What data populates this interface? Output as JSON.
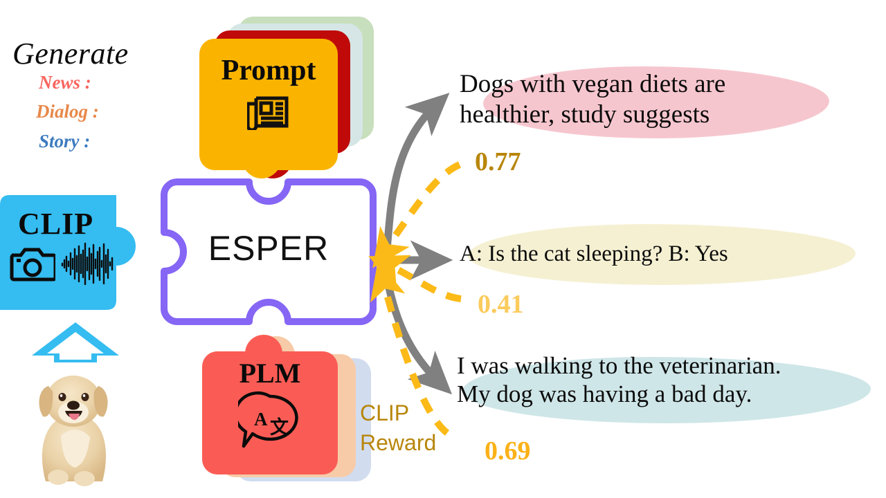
{
  "generate": {
    "title": "Generate",
    "tasks": [
      {
        "label": "News :",
        "color": "#F8655E"
      },
      {
        "label": "Dialog :",
        "color": "#E8884A"
      },
      {
        "label": "Story :",
        "color": "#3C7BBF"
      }
    ]
  },
  "modules": {
    "prompt": {
      "title": "Prompt",
      "icon": "newspaper-icon",
      "card_color": "#FAB400",
      "stack_colors": [
        "#C00A0A",
        "#D6E6E6",
        "#C7DFBC"
      ]
    },
    "clip": {
      "title": "CLIP",
      "color": "#35BCF0",
      "icons": [
        "camera-icon",
        "audio-waveform-icon"
      ]
    },
    "esper": {
      "title": "ESPER",
      "outline_color": "#8566F5",
      "fill_color": "#FFFFFF"
    },
    "plm": {
      "title": "PLM",
      "icon": "translate-icon",
      "card_color": "#FA5C55",
      "stack_colors": [
        "#F7CBA8",
        "#D2DCEF"
      ]
    },
    "input_image": {
      "name": "puppy-photo",
      "arrow": "up-arrow-icon",
      "arrow_color": "#35BCF0"
    }
  },
  "outputs": [
    {
      "task": "news",
      "text": "Dogs with vegan diets are\nhealthier, study suggests",
      "score": "0.77",
      "score_color": "#B8860B",
      "highlight_color": "#F6C6CE"
    },
    {
      "task": "dialog",
      "text": "A: Is the cat sleeping? B: Yes",
      "score": "0.41",
      "score_color": "#FBCB5C",
      "highlight_color": "#F5F0D2"
    },
    {
      "task": "story",
      "text": "I was walking to the veterinarian.\nMy dog was having a bad day.",
      "score": "0.69",
      "score_color": "#FBB117",
      "highlight_color": "#CFE6E8"
    }
  ],
  "reward": {
    "line1": "CLIP",
    "line2": "Reward",
    "color": "#B8860B"
  },
  "arrows": {
    "generation_arrow_color": "#808080",
    "reward_arrow_color": "#FBBA18"
  }
}
